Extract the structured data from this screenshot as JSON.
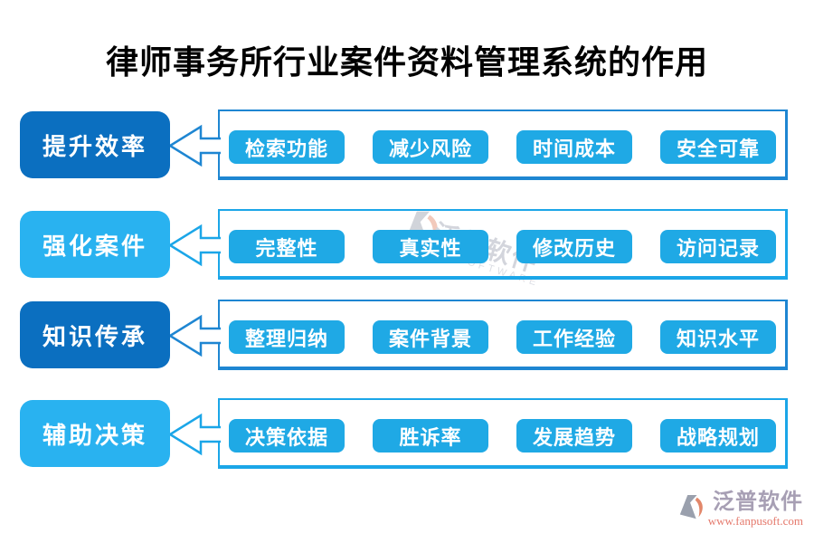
{
  "title": "律师事务所行业案件资料管理系统的作用",
  "rows": [
    {
      "label": "提升效率",
      "theme": "dark",
      "items": [
        "检索功能",
        "减少风险",
        "时间成本",
        "安全可靠"
      ]
    },
    {
      "label": "强化案件",
      "theme": "light",
      "items": [
        "完整性",
        "真实性",
        "修改历史",
        "访问记录"
      ]
    },
    {
      "label": "知识传承",
      "theme": "dark",
      "items": [
        "整理归纳",
        "案件背景",
        "工作经验",
        "知识水平"
      ]
    },
    {
      "label": "辅助决策",
      "theme": "light",
      "items": [
        "决策依据",
        "胜诉率",
        "发展趋势",
        "战略规划"
      ]
    }
  ],
  "watermark": {
    "text": "泛普软件",
    "subtext": "SOFTWARE"
  },
  "footer": {
    "brand": "泛普软件",
    "url": "www.fanpusoft.com"
  },
  "colors": {
    "dark_label": "#0b6fc0",
    "light_label": "#29b2f0",
    "pill": "#1fa9e5",
    "dark_line": "#1e86d2",
    "light_line": "#1ba6e8",
    "brand_text": "#a79fb4",
    "brand_url": "#e5786b"
  }
}
